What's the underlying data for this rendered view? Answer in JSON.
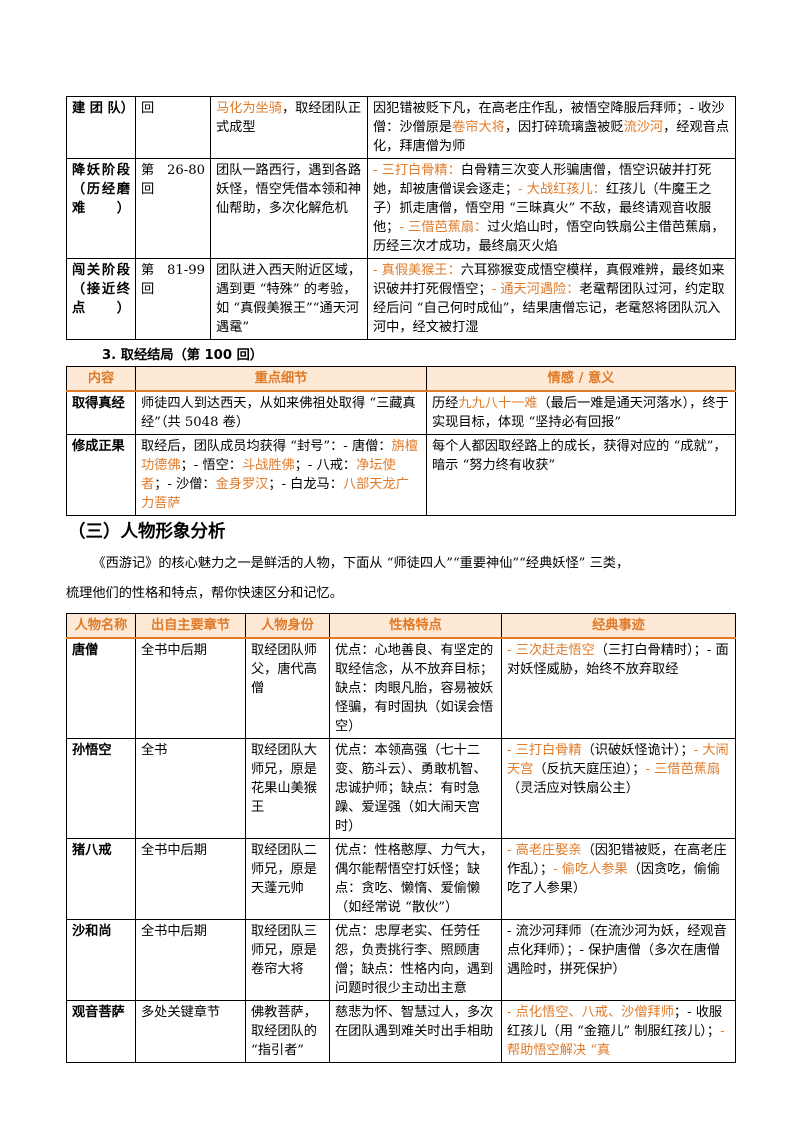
{
  "table1": {
    "rows": [
      {
        "stage": "建 团 队）",
        "chapters": "回",
        "summary_hl": "马化为坐骑",
        "summary": "，取经团队正式成型",
        "detail": [
          {
            "t": "因犯错被贬下凡，在高老庄作乱，被悟空降服后拜师；- 收沙僧：沙僧原是",
            "h": false
          },
          {
            "t": "卷帘大将",
            "h": true
          },
          {
            "t": "，因打碎琉璃盏被贬",
            "h": false
          },
          {
            "t": "流沙河",
            "h": true
          },
          {
            "t": "，经观音点化，拜唐僧为师",
            "h": false
          }
        ]
      },
      {
        "stage": "降妖阶段（历经磨难）",
        "chapters": "第 26-80 回",
        "summary": "团队一路西行，遇到各路妖怪，悟空凭借本领和神仙帮助，多次化解危机",
        "detail": [
          {
            "t": "- 三打白骨精：",
            "h": true
          },
          {
            "t": "白骨精三次变人形骗唐僧，悟空识破并打死她，却被唐僧误会逐走；",
            "h": false
          },
          {
            "t": "- 大战红孩儿：",
            "h": true
          },
          {
            "t": "红孩儿（牛魔王之子）抓走唐僧，悟空用 “三昧真火” 不敌，最终请观音收服他；",
            "h": false
          },
          {
            "t": "- 三借芭蕉扇：",
            "h": true
          },
          {
            "t": "过火焰山时，悟空向铁扇公主借芭蕉扇，历经三次才成功，最终扇灭火焰",
            "h": false
          }
        ]
      },
      {
        "stage": "闯关阶段（接近终点）",
        "chapters": "第 81-99 回",
        "summary": "团队进入西天附近区域，遇到更 “特殊” 的考验，如 “真假美猴王”“通天河遇鼋”",
        "detail": [
          {
            "t": "- 真假美猴王：",
            "h": true
          },
          {
            "t": "六耳猕猴变成悟空模样，真假难辨，最终如来识破并打死假悟空；",
            "h": false
          },
          {
            "t": "- 通天河遇险：",
            "h": true
          },
          {
            "t": "老鼋帮团队过河，约定取经后问 “自己何时成仙”，结果唐僧忘记，老鼋怒将团队沉入河中，经文被打湿",
            "h": false
          }
        ]
      }
    ]
  },
  "subheading": "3. 取经结局（第 100 回）",
  "table2": {
    "headers": [
      "内容",
      "重点细节",
      "情感 / 意义"
    ],
    "rows": [
      {
        "name": "取得真经",
        "detail": [
          {
            "t": "师徒四人到达西天，从如来佛祖处取得 “三藏真经”（共 5048 卷）",
            "h": false
          }
        ],
        "meaning": [
          {
            "t": "历经",
            "h": false
          },
          {
            "t": "九九八十一难",
            "h": true
          },
          {
            "t": "（最后一难是通天河落水），终于实现目标，体现 “坚持必有回报”",
            "h": false
          }
        ]
      },
      {
        "name": "修成正果",
        "detail": [
          {
            "t": "取经后，团队成员均获得 “封号”：- 唐僧：",
            "h": false
          },
          {
            "t": "旃檀功德佛",
            "h": true
          },
          {
            "t": "；- 悟空：",
            "h": false
          },
          {
            "t": "斗战胜佛",
            "h": true
          },
          {
            "t": "；- 八戒：",
            "h": false
          },
          {
            "t": "净坛使者",
            "h": true
          },
          {
            "t": "；- 沙僧：",
            "h": false
          },
          {
            "t": "金身罗汉",
            "h": true
          },
          {
            "t": "；- 白龙马：",
            "h": false
          },
          {
            "t": "八部天龙广力菩萨",
            "h": true
          }
        ],
        "meaning": [
          {
            "t": "每个人都因取经路上的成长，获得对应的 “成就”，暗示 “努力终有收获”",
            "h": false
          }
        ]
      }
    ]
  },
  "section_title": "（三）人物形象分析",
  "paragraph1": "《西游记》的核心魅力之一是鲜活的人物，下面从 “师徒四人”“重要神仙”“经典妖怪” 三类，",
  "paragraph2": "梳理他们的性格和特点，帮你快速区分和记忆。",
  "table3": {
    "headers": [
      "人物名称",
      "出自主要章节",
      "人物身份",
      "性格特点",
      "经典事迹"
    ],
    "rows": [
      {
        "name": "唐僧",
        "chapter": "全书中后期",
        "identity": "取经团队师父，唐代高僧",
        "trait": "优点：心地善良、有坚定的取经信念，从不放弃目标；缺点：肉眼凡胎，容易被妖怪骗，有时固执（如误会悟空）",
        "story": [
          {
            "t": "- 三次赶走悟空",
            "h": true
          },
          {
            "t": "（三打白骨精时）；- 面对妖怪威胁，始终不放弃取经",
            "h": false
          }
        ]
      },
      {
        "name": "孙悟空",
        "chapter": "全书",
        "identity": "取经团队大师兄，原是花果山美猴王",
        "trait": "优点：本领高强（七十二变、筋斗云）、勇敢机智、忠诚护师；缺点：有时急躁、爱逞强（如大闹天宫时）",
        "story": [
          {
            "t": "- 三打白骨精",
            "h": true
          },
          {
            "t": "（识破妖怪诡计）；",
            "h": false
          },
          {
            "t": "- 大闹天宫",
            "h": true
          },
          {
            "t": "（反抗天庭压迫）；",
            "h": false
          },
          {
            "t": "- 三借芭蕉扇",
            "h": true
          },
          {
            "t": "（灵活应对铁扇公主）",
            "h": false
          }
        ]
      },
      {
        "name": "猪八戒",
        "chapter": "全书中后期",
        "identity": "取经团队二师兄，原是天蓬元帅",
        "trait": "优点：性格憨厚、力气大，偶尔能帮悟空打妖怪；缺点：贪吃、懒惰、爱偷懒（如经常说 “散伙”）",
        "story": [
          {
            "t": "- 高老庄娶亲",
            "h": true
          },
          {
            "t": "（因犯错被贬，在高老庄作乱）；",
            "h": false
          },
          {
            "t": "- 偷吃人参果",
            "h": true
          },
          {
            "t": "（因贪吃，偷偷吃了人参果）",
            "h": false
          }
        ]
      },
      {
        "name": "沙和尚",
        "chapter": "全书中后期",
        "identity": "取经团队三师兄，原是卷帘大将",
        "trait": "优点：忠厚老实、任劳任怨，负责挑行李、照顾唐僧；缺点：性格内向，遇到问题时很少主动出主意",
        "story": [
          {
            "t": "- 流沙河拜师（在流沙河为妖，经观音点化拜师）；- 保护唐僧（多次在唐僧遇险时，拼死保护）",
            "h": false
          }
        ]
      },
      {
        "name": "观音菩萨",
        "chapter": "多处关键章节",
        "identity": "佛教菩萨，取经团队的 “指引者”",
        "trait": "慈悲为怀、智慧过人，多次在团队遇到难关时出手相助",
        "story": [
          {
            "t": "- 点化悟空、八戒、沙僧拜师",
            "h": true
          },
          {
            "t": "；- 收服红孩儿（用 “金箍儿” 制服红孩儿）；",
            "h": false
          },
          {
            "t": "- 帮助悟空解决 “真",
            "h": true
          }
        ]
      }
    ]
  }
}
